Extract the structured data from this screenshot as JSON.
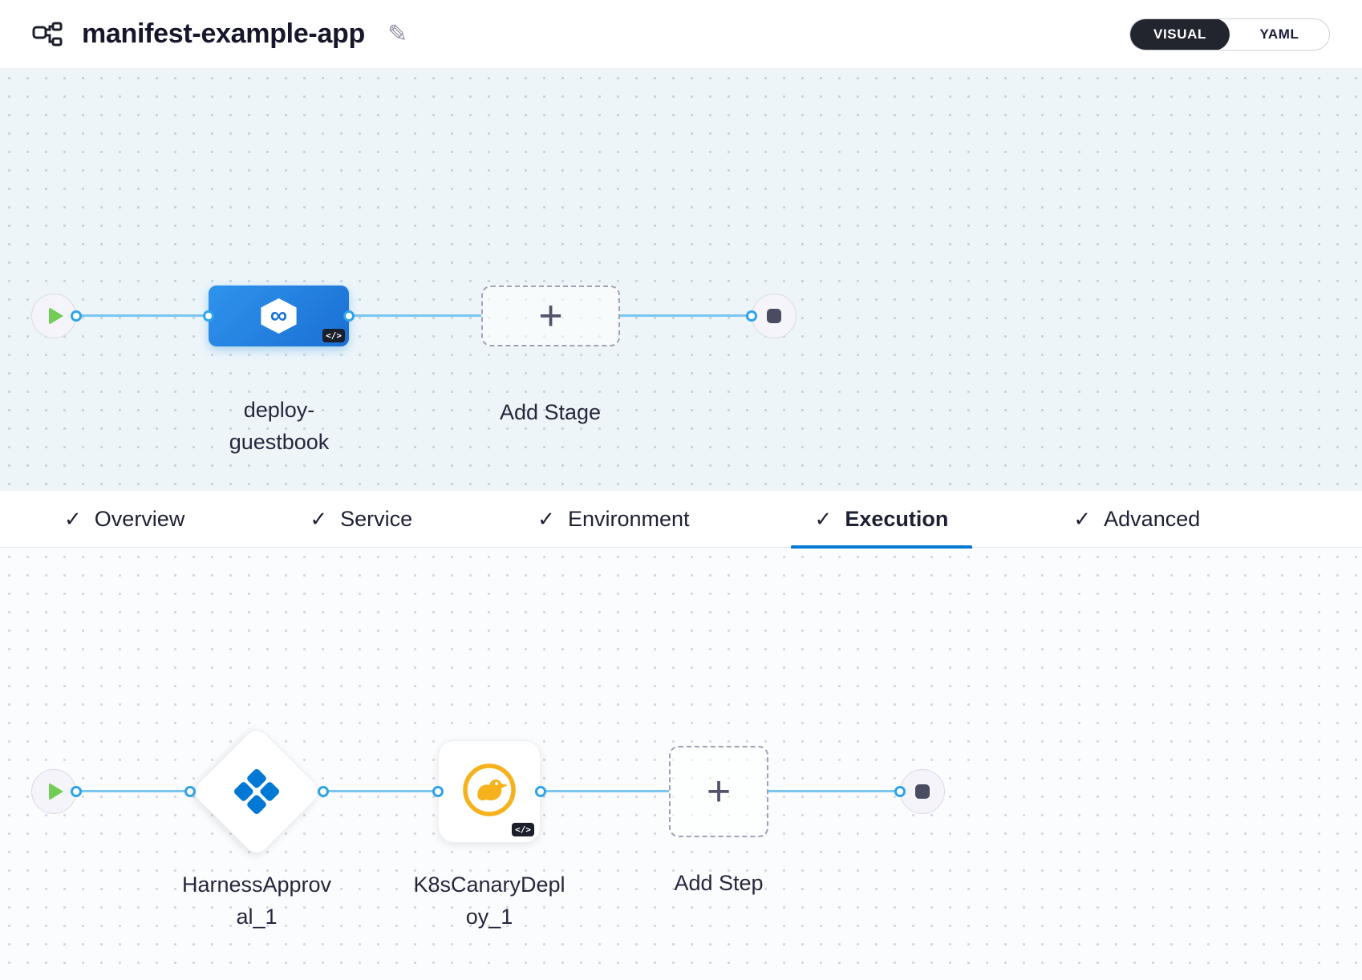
{
  "header": {
    "title": "manifest-example-app",
    "toggle": {
      "visual_label": "VISUAL",
      "yaml_label": "YAML"
    }
  },
  "icons": {
    "plus": "+",
    "check": "✓",
    "infinity": "∞",
    "pencil": "✎",
    "code_badge": "</>"
  },
  "stage_pipeline": {
    "stage_name": "deploy-guestbook",
    "add_stage_label": "Add Stage"
  },
  "tabs": {
    "items": [
      {
        "label": "Overview"
      },
      {
        "label": "Service"
      },
      {
        "label": "Environment"
      },
      {
        "label": "Execution"
      },
      {
        "label": "Advanced"
      }
    ],
    "active_label": "Execution"
  },
  "execution": {
    "step_approval": "HarnessApproval_1",
    "step_canary": "K8sCanaryDeploy_1",
    "add_step_label": "Add Step"
  },
  "colors": {
    "accent": "#0278d5",
    "connector": "#7ac6f1",
    "canary_yellow": "#f5b21c",
    "play_green": "#71cd56",
    "toggle_dark": "#22252e"
  }
}
